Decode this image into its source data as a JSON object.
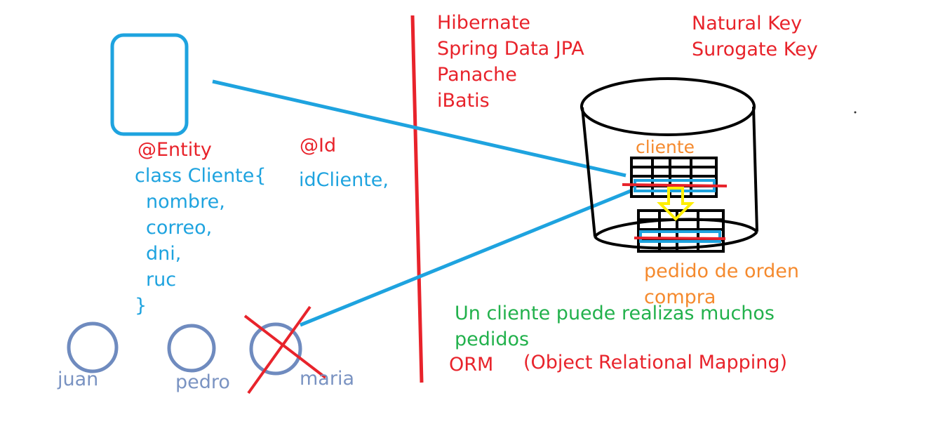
{
  "entity": {
    "annotation": "@Entity",
    "class_decl": "class Cliente{",
    "fields": [
      "nombre,",
      "correo,",
      "dni,",
      "ruc"
    ],
    "closing": "}"
  },
  "id_field": {
    "annotation": "@Id",
    "name": "idCliente,"
  },
  "instances": [
    "juan",
    "pedro",
    "maria"
  ],
  "frameworks": [
    "Hibernate",
    "Spring Data JPA",
    "Panache",
    "iBatis"
  ],
  "keys": [
    "Natural Key",
    "Surogate Key"
  ],
  "database": {
    "table1": "cliente",
    "table2_line1": "pedido de orden",
    "table2_line2": "compra"
  },
  "relation_note": {
    "line1": "Un cliente puede realizas muchos",
    "line2": "pedidos"
  },
  "orm": {
    "acronym": "ORM",
    "expansion": "(Object Relational Mapping)"
  },
  "colors": {
    "red": "#e8232b",
    "blue": "#1ea3df",
    "orange": "#f58a2e",
    "green": "#22b14c",
    "gray": "#7a93c2",
    "yellow": "#ffee00",
    "black": "#000000"
  }
}
